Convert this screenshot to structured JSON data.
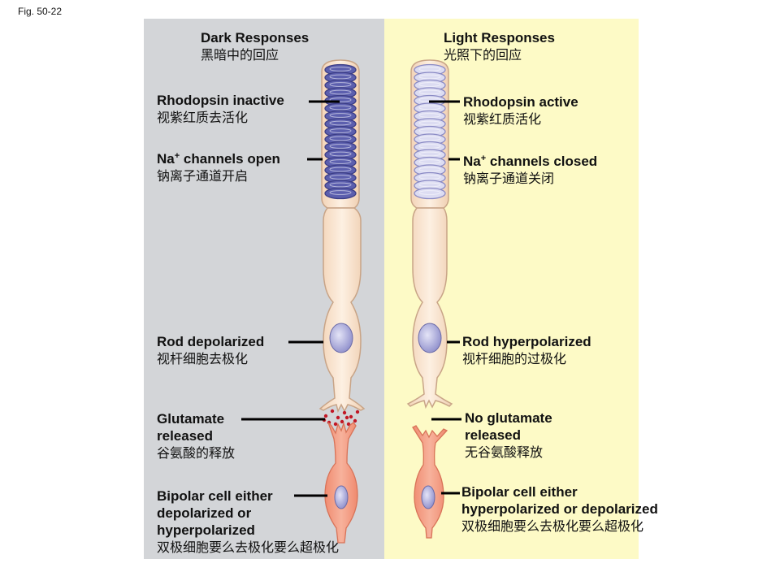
{
  "figure": {
    "label": "Fig. 50-22"
  },
  "dark": {
    "title_en": "Dark Responses",
    "title_zh": "黑暗中的回应",
    "rhodopsin_en": "Rhodopsin inactive",
    "rhodopsin_zh": "视紫红质去活化",
    "na_prefix": "Na",
    "na_sup": "+",
    "na_rest": " channels open",
    "na_zh": "钠离子通道开启",
    "rod_en": "Rod depolarized",
    "rod_zh": "视杆细胞去极化",
    "glut_line1": "Glutamate",
    "glut_line2": "released",
    "glut_zh": "谷氨酸的释放",
    "bipolar_line1": "Bipolar cell either",
    "bipolar_line2": "depolarized or",
    "bipolar_line3": "hyperpolarized",
    "bipolar_zh": "双极细胞要么去极化要么超极化"
  },
  "light": {
    "title_en": "Light Responses",
    "title_zh": "光照下的回应",
    "rhodopsin_en": "Rhodopsin active",
    "rhodopsin_zh": "视紫红质活化",
    "na_prefix": "Na",
    "na_sup": "+",
    "na_rest": " channels closed",
    "na_zh": "钠离子通道关闭",
    "rod_en": "Rod hyperpolarized",
    "rod_zh": "视杆细胞的过极化",
    "glut_line1": "No glutamate",
    "glut_line2": "released",
    "glut_zh": "无谷氨酸释放",
    "bipolar_line1": "Bipolar cell either",
    "bipolar_line2": "hyperpolarized or depolarized",
    "bipolar_zh": "双极细胞要么去极化要么超极化"
  },
  "colors": {
    "dark_panel": "#d3d5d8",
    "light_panel": "#fdfac6",
    "rod_body": "#fae3cd",
    "rod_outline": "#c8a487",
    "disc_dark": "#5c5fae",
    "disc_light": "#dcdcf2",
    "nucleus": "#b5b5e3",
    "bipolar": "#f39a80",
    "glutamate": "#c11826"
  }
}
